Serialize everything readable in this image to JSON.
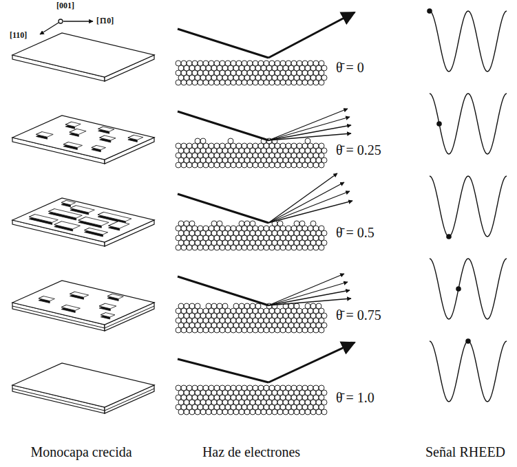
{
  "diagram": {
    "labels": [
      "[001]",
      "[1̄10]",
      "[110]",
      "θ̄ = 0",
      "θ̄ = 0.25",
      "θ̄ = 0.5",
      "θ̄ = 0.75",
      "θ̄ = 1.0",
      "Monocapa crecida",
      "Haz de electrones",
      "Señal RHEED"
    ]
  }
}
